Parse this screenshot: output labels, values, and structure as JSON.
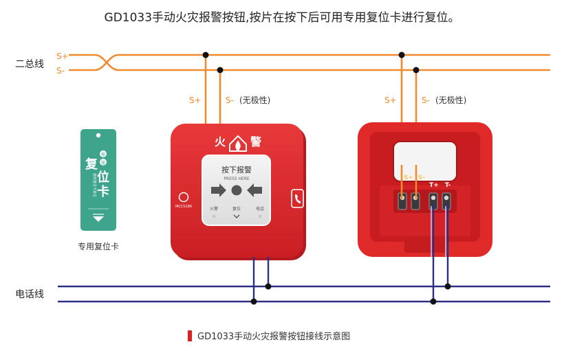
{
  "title": "GD1033手动火灾报警按钮,按片在按下后可用专用复位卡进行复位。",
  "caption": "GD1033手动火灾报警按钮接线示意图",
  "bus": {
    "label": "二总线",
    "s_plus": "S+",
    "s_minus": "S-"
  },
  "phone": {
    "label": "电话线"
  },
  "taps": {
    "s_plus": "S+",
    "s_minus": "S-",
    "non_polar": "(无极性)"
  },
  "reset_card": {
    "title_chars": [
      "复",
      "位",
      "卡"
    ],
    "badge_text": [
      "按",
      "钮"
    ],
    "small_text": "使用复位卡复位",
    "label": "专用复位卡"
  },
  "device": {
    "brand_left": "火",
    "brand_right": "警",
    "press_label": "按下报警",
    "press_label_en": "PRESS HERE",
    "indicators": [
      "火警",
      "复位",
      "电话"
    ],
    "cert_text": "MCCS186"
  },
  "base": {
    "terminals": [
      "S+",
      "S-",
      "T+",
      "T-"
    ]
  },
  "colors": {
    "bus": "#f08a2c",
    "phone": "#2b2e83",
    "device_red": "#dd2b2b",
    "card_green": "#3fa48c",
    "caption_mark": "#e02020"
  }
}
